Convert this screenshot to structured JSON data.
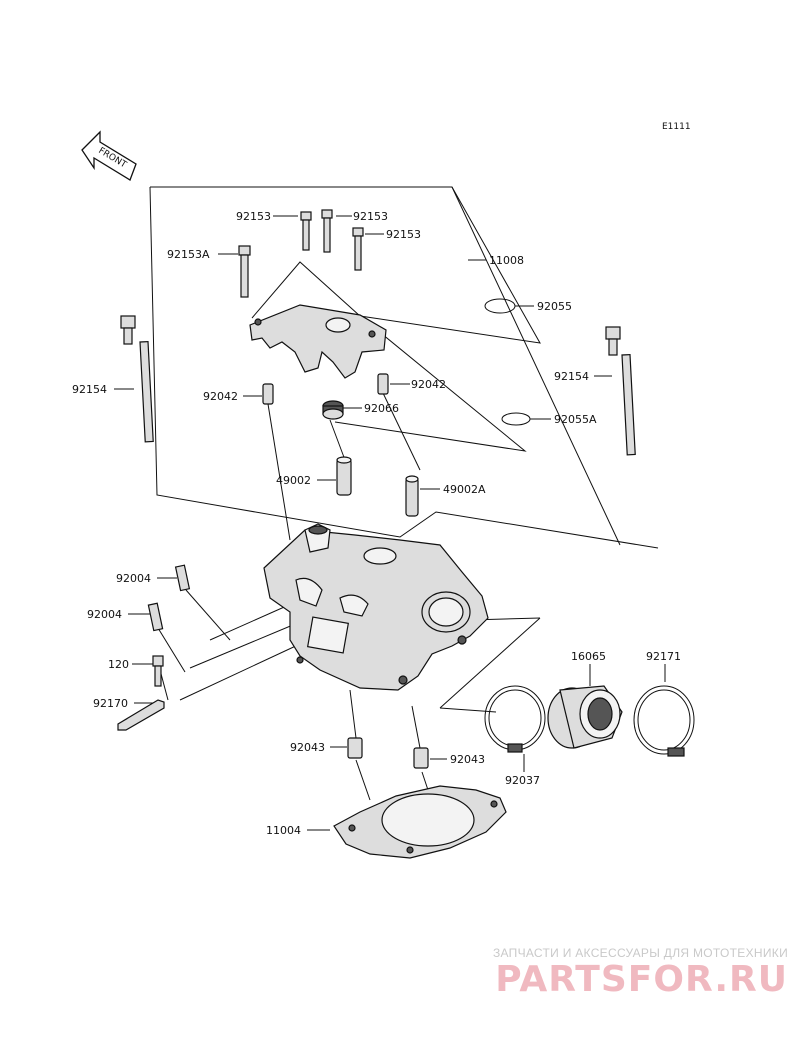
{
  "diagram_ref": "E1111",
  "front_label": "FRONT",
  "parts": {
    "p92153_a": "92153",
    "p92153_b": "92153",
    "p92153_c": "92153",
    "p92153A": "92153A",
    "p11008": "11008",
    "p92055": "92055",
    "p92154_left": "92154",
    "p92154_right": "92154",
    "p92042_left": "92042",
    "p92042_right": "92042",
    "p92066": "92066",
    "p92055A": "92055A",
    "p49002": "49002",
    "p49002A": "49002A",
    "p92004_a": "92004",
    "p92004_b": "92004",
    "p120": "120",
    "p92170": "92170",
    "p16065": "16065",
    "p92171": "92171",
    "p92043_left": "92043",
    "p92043_right": "92043",
    "p92037": "92037",
    "p11004": "11004"
  },
  "watermark": {
    "caption": "ЗАПЧАСТИ И АКСЕССУАРЫ ДЛЯ МОТОТЕХНИКИ",
    "logo": "PARTSFOR.RU"
  }
}
